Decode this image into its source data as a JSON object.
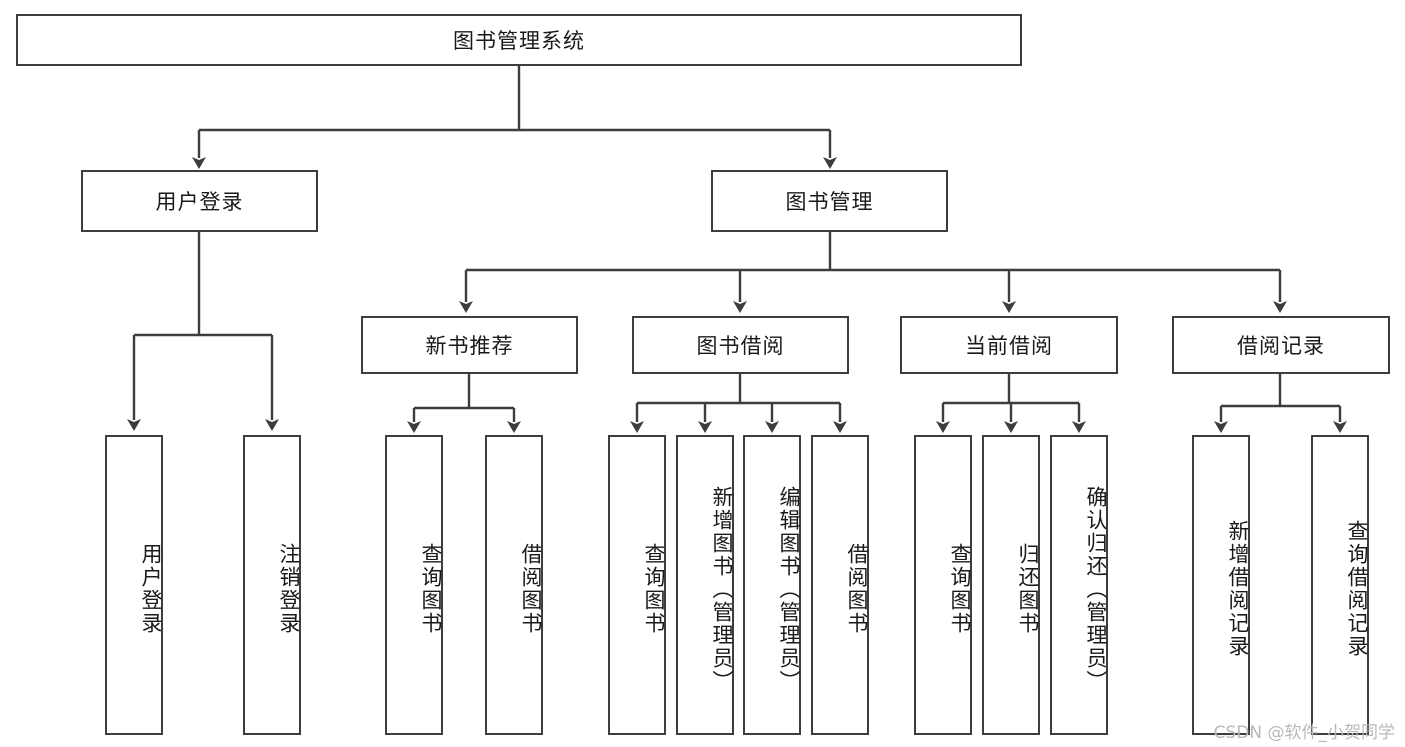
{
  "diagram": {
    "title": "图书管理系统",
    "type": "tree-hierarchy-diagram",
    "colors": {
      "stroke": "#3d3d3d",
      "fill": "#ffffff",
      "text": "#1a1a1a",
      "watermark": "#b9b9b9"
    },
    "root": {
      "label": "图书管理系统"
    },
    "level2": [
      {
        "label": "用户登录"
      },
      {
        "label": "图书管理"
      }
    ],
    "level3": [
      {
        "label": "新书推荐"
      },
      {
        "label": "图书借阅"
      },
      {
        "label": "当前借阅"
      },
      {
        "label": "借阅记录"
      }
    ],
    "leaves": {
      "user_login": [
        {
          "label": "用户登录"
        },
        {
          "label": "注销登录"
        }
      ],
      "new_book_recommend": [
        {
          "label": "查询图书"
        },
        {
          "label": "借阅图书"
        }
      ],
      "book_borrow": [
        {
          "label": "查询图书"
        },
        {
          "label": "新增图书（管理员）"
        },
        {
          "label": "编辑图书（管理员）"
        },
        {
          "label": "借阅图书"
        }
      ],
      "current_borrow": [
        {
          "label": "查询图书"
        },
        {
          "label": "归还图书"
        },
        {
          "label": "确认归还（管理员）"
        }
      ],
      "borrow_record": [
        {
          "label": "新增借阅记录"
        },
        {
          "label": "查询借阅记录"
        }
      ]
    }
  },
  "watermark": {
    "text": "CSDN @软件_小贺同学"
  }
}
